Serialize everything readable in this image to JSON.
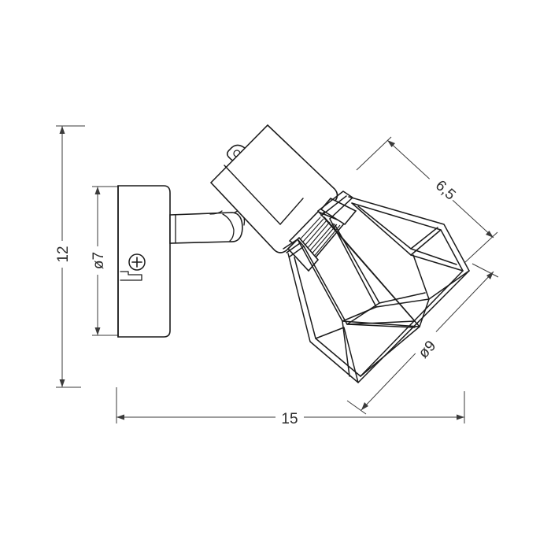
{
  "dimensions": {
    "height": "12",
    "base_diameter": "ø7",
    "width": "15",
    "shade_length": "6,5",
    "shade_diameter": "ø9"
  },
  "colors": {
    "line": "#1c1c1c",
    "background": "#ffffff"
  }
}
